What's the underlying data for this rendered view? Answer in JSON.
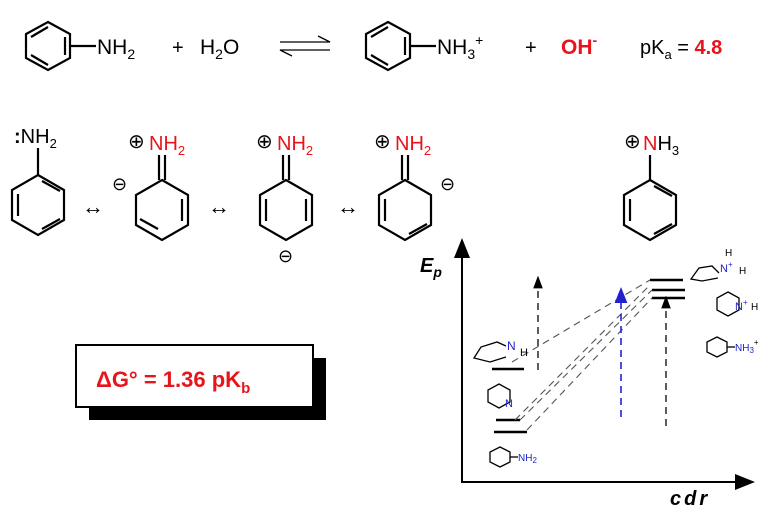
{
  "equation": {
    "reactant_group": "NH",
    "reactant_sub": "2",
    "plus1": "+",
    "water": "H",
    "water_sub": "2",
    "water_o": "O",
    "product_group": "NH",
    "product_sub": "3",
    "product_sup": "+",
    "plus2": "+",
    "hydroxide": "OH",
    "hydroxide_sup": "-",
    "pka_label": "pK",
    "pka_sub": "a",
    "pka_eq": " = ",
    "pka_value": "4.8"
  },
  "resonance": {
    "lone_pair": ":",
    "n": "N",
    "h2": "H",
    "sub2": "2",
    "plus_charge": "⊕",
    "minus_charge": "⊖",
    "arrow": "↔",
    "anilinium_n": "N",
    "anilinium_h": "H",
    "anilinium_sub": "3"
  },
  "formula_box": {
    "text": "ΔG° = 1.36 pK",
    "sub": "b"
  },
  "energy_diagram": {
    "y_axis_label": "E",
    "y_axis_sub": "p",
    "x_axis_label": "cdr",
    "left_labels": {
      "piperidine_n": "N",
      "piperidine_h": "H",
      "pyridine_n": "N",
      "aniline": "NH",
      "aniline_sub": "2"
    },
    "right_labels": {
      "piperidinium_n": "N",
      "piperidinium_sup": "+",
      "h": "H",
      "pyridinium_n": "N",
      "pyridinium_sup": "+",
      "anilinium": "NH",
      "anilinium_sub": "3",
      "anilinium_sup": "+"
    }
  },
  "colors": {
    "red": "#e8141b",
    "blue": "#2222cc"
  }
}
